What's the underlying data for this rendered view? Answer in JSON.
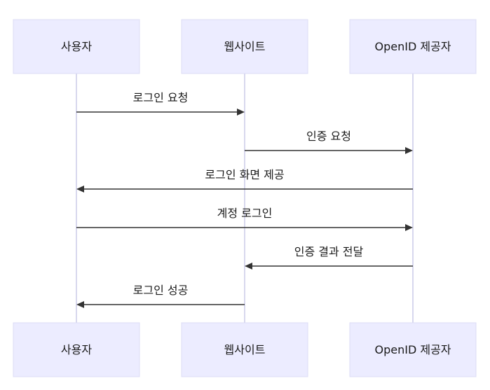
{
  "participants": [
    {
      "id": "user",
      "label": "사용자"
    },
    {
      "id": "website",
      "label": "웹사이트"
    },
    {
      "id": "openid",
      "label": "OpenID 제공자"
    }
  ],
  "messages": [
    {
      "from": "user",
      "to": "website",
      "label": "로그인 요청"
    },
    {
      "from": "website",
      "to": "openid",
      "label": "인증 요청"
    },
    {
      "from": "openid",
      "to": "user",
      "label": "로그인 화면 제공"
    },
    {
      "from": "user",
      "to": "openid",
      "label": "계정 로그인"
    },
    {
      "from": "openid",
      "to": "website",
      "label": "인증 결과 전달"
    },
    {
      "from": "website",
      "to": "user",
      "label": "로그인 성공"
    }
  ],
  "colors": {
    "actor_fill": "#ececff",
    "actor_border": "#dcdcf5",
    "lifeline": "#d8d8ee",
    "arrow": "#333333"
  }
}
